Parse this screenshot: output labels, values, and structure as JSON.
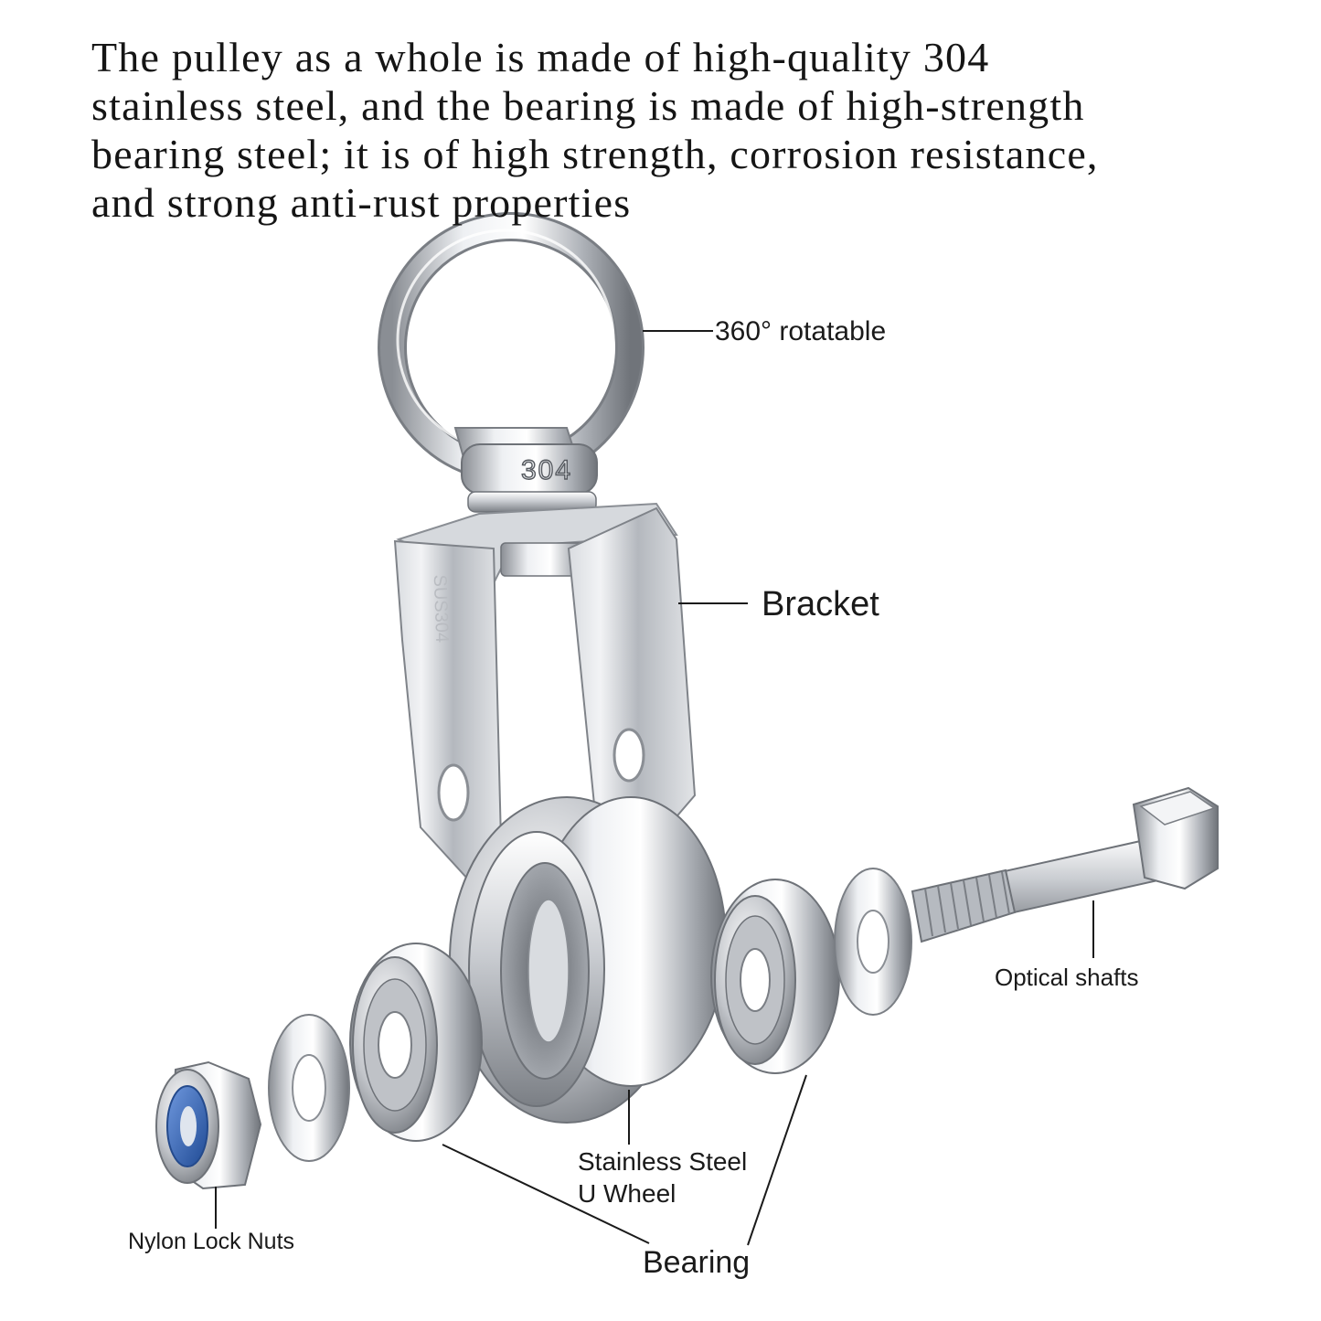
{
  "headline": {
    "lines": [
      "The pulley as a whole is made of high-quality 304",
      "stainless steel, and the bearing is made of high-strength",
      "bearing steel; it is of high strength, corrosion resistance,",
      "and strong anti-rust properties"
    ]
  },
  "product": {
    "ring_stamp": "304",
    "bracket_stamp": "SUS304"
  },
  "callouts": {
    "rotatable": "360° rotatable",
    "bracket": "Bracket",
    "optical_shafts": "Optical shafts",
    "wheel_line1": "Stainless Steel",
    "wheel_line2": "U Wheel",
    "nylon_lock_nuts": "Nylon Lock Nuts",
    "bearing": "Bearing"
  },
  "colors": {
    "steel_light": "#f4f5f7",
    "steel_mid": "#b9bcc2",
    "steel_dark": "#6e7278",
    "nylon_insert": "#2e5fb0"
  }
}
